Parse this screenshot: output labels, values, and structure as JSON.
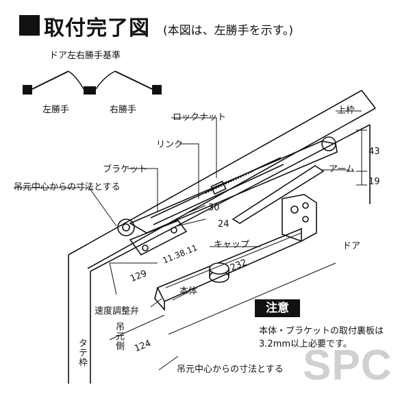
{
  "title": "取付完了図",
  "subtitle": "(本図は、左勝手を示す。)",
  "hand_reference": {
    "heading": "ドア左右勝手基準",
    "left": "左勝手",
    "right": "右勝手"
  },
  "labels": {
    "lock_nut": "ロックナット",
    "link": "リンク",
    "bracket": "ブラケット",
    "pivot_note_top": "吊元中心からの寸法とする",
    "upper_frame": "上枠",
    "arm": "アーム",
    "door": "ドア",
    "cap": "キャップ",
    "body": "本体",
    "speed_valve": "速度調整弁",
    "vertical_frame": "タテ枠",
    "hinge_side": "吊元側",
    "pivot_note_bottom": "吊元中心からの寸法とする"
  },
  "dimensions": {
    "d43": "43",
    "d19": "19",
    "d30": "30",
    "d24": "24",
    "offset": "11.38.11",
    "d129": "129",
    "d232": "232",
    "d124": "124"
  },
  "note": {
    "badge": "注意",
    "line1": "本体・ブラケットの取付裏板は",
    "line2": "3.2mm以上必要です。"
  },
  "watermark": "SPC"
}
